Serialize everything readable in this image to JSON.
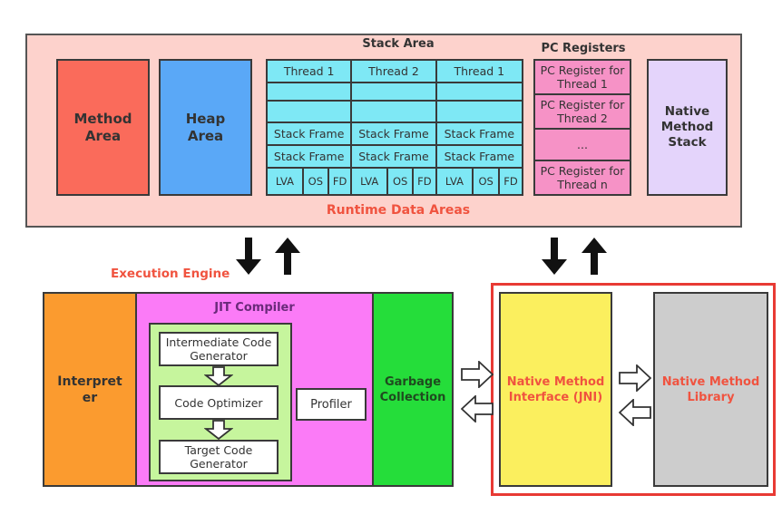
{
  "runtime_data_areas": {
    "label": "Runtime Data Areas",
    "method_area": "Method\nArea",
    "heap_area": "Heap\nArea",
    "stack_area": {
      "title": "Stack Area",
      "threads": [
        "Thread 1",
        "Thread 2",
        "Thread 1"
      ],
      "stack_frame_label": "Stack Frame",
      "frame_parts": [
        "LVA",
        "OS",
        "FD"
      ]
    },
    "pc_registers": {
      "title": "PC Registers",
      "cells": [
        "PC Register for Thread 1",
        "PC Register for Thread 2",
        "...",
        "PC Register for Thread n"
      ]
    },
    "native_method_stack": "Native Method Stack"
  },
  "execution_engine": {
    "label": "Execution Engine",
    "interpreter": "Interpret er",
    "jit_compiler": {
      "title": "JIT Compiler",
      "intermediate_code_generator": "Intermediate Code Generator",
      "code_optimizer": "Code Optimizer",
      "target_code_generator": "Target Code Generator",
      "profiler": "Profiler"
    },
    "garbage_collection": "Garbage Collection"
  },
  "native": {
    "interface": "Native Method Interface (JNI)",
    "library": "Native Method Library"
  },
  "colors": {
    "runtime_bg": "#fdd2cc",
    "method_area": "#fa6b5b",
    "heap_area": "#5aa8f7",
    "stack_cells": "#7ee8f5",
    "pc_registers": "#f692c6",
    "native_stack": "#e4d4fb",
    "interpreter": "#fb9b2f",
    "jit": "#fb7bf7",
    "jit_inner": "#c6f59d",
    "gc": "#25dd3a",
    "jni": "#fbef5e",
    "native_library": "#cdcdcd",
    "accent_red": "#f0533f",
    "highlight_frame": "#e83a34"
  }
}
